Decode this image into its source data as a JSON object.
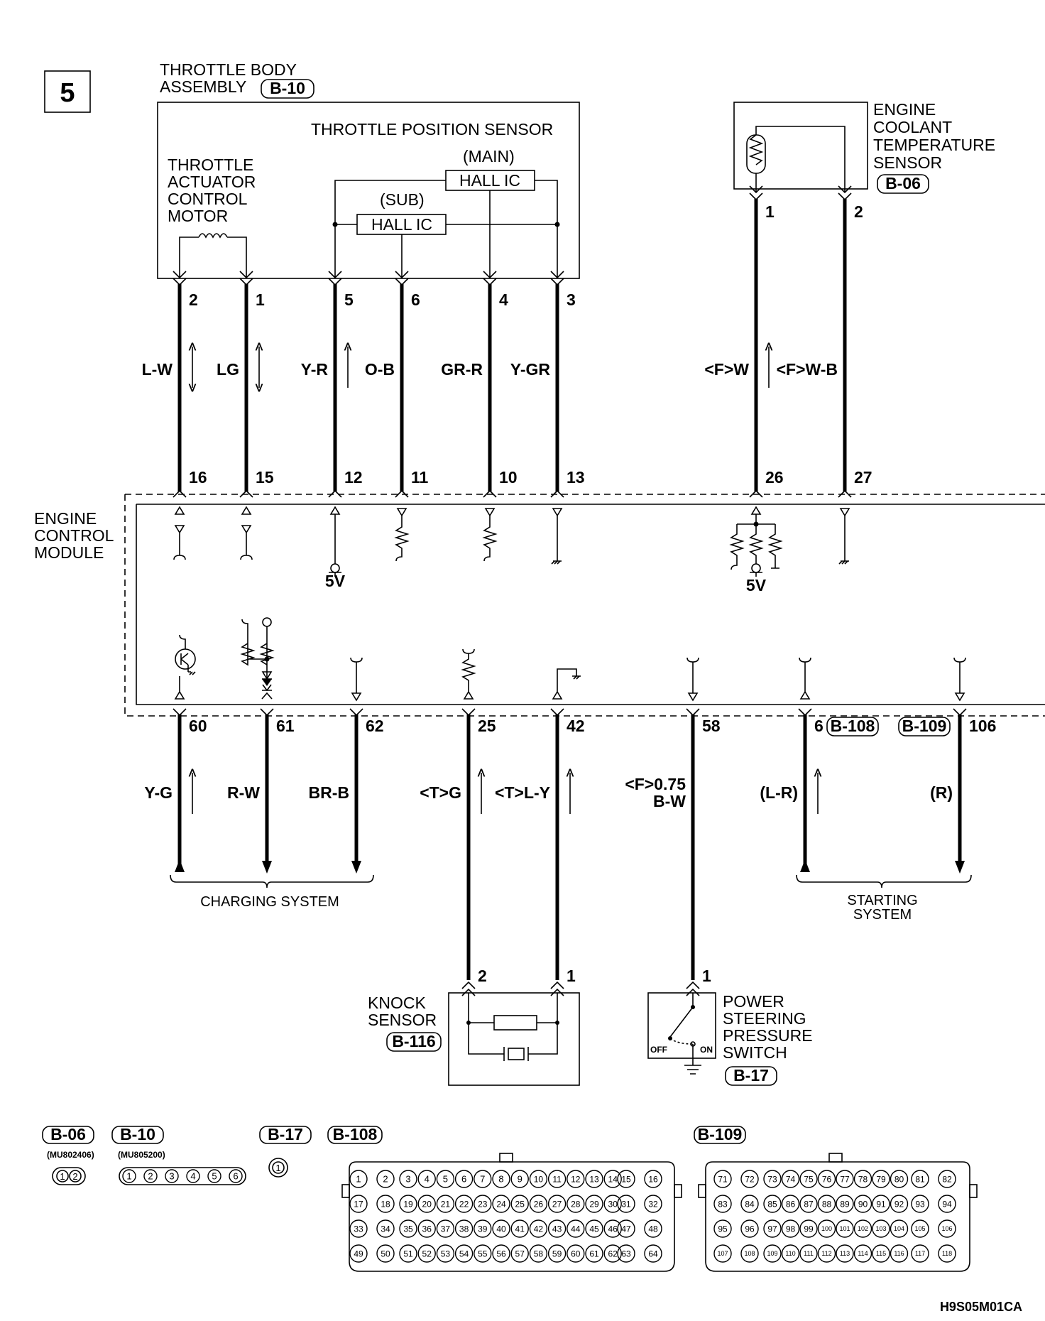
{
  "diagram": {
    "page_number": "5",
    "figure_id": "H9S05M01CA",
    "throttle_body": {
      "title_line1": "THROTTLE BODY",
      "title_line2": "ASSEMBLY",
      "connector": "B-10",
      "tps_label": "THROTTLE POSITION SENSOR",
      "main_label": "(MAIN)",
      "sub_label": "(SUB)",
      "hall_ic_main": "HALL IC",
      "hall_ic_sub": "HALL IC",
      "motor_line1": "THROTTLE",
      "motor_line2": "ACTUATOR",
      "motor_line3": "CONTROL",
      "motor_line4": "MOTOR"
    },
    "coolant_sensor": {
      "line1": "ENGINE",
      "line2": "COOLANT",
      "line3": "TEMPERATURE",
      "line4": "SENSOR",
      "connector": "B-06"
    },
    "ecm": {
      "line1": "ENGINE",
      "line2": "CONTROL",
      "line3": "MODULE",
      "voltage_1": "5V",
      "voltage_2": "5V"
    },
    "top_wires": [
      {
        "component_pin": "2",
        "ecm_pin": "16",
        "color": "L-W"
      },
      {
        "component_pin": "1",
        "ecm_pin": "15",
        "color": "LG"
      },
      {
        "component_pin": "5",
        "ecm_pin": "12",
        "color": "Y-R"
      },
      {
        "component_pin": "6",
        "ecm_pin": "11",
        "color": "O-B"
      },
      {
        "component_pin": "4",
        "ecm_pin": "10",
        "color": "GR-R"
      },
      {
        "component_pin": "3",
        "ecm_pin": "13",
        "color": "Y-GR"
      },
      {
        "component_pin": "1",
        "ecm_pin": "26",
        "color": "<F>W"
      },
      {
        "component_pin": "2",
        "ecm_pin": "27",
        "color": "<F>W-B"
      }
    ],
    "bottom_wires": [
      {
        "ecm_pin": "60",
        "color": "Y-G"
      },
      {
        "ecm_pin": "61",
        "color": "R-W"
      },
      {
        "ecm_pin": "62",
        "color": "BR-B"
      },
      {
        "ecm_pin": "25",
        "color": "<T>G",
        "component_pin": "2"
      },
      {
        "ecm_pin": "42",
        "color": "<T>L-Y",
        "component_pin": "1"
      },
      {
        "ecm_pin": "58",
        "color_line1": "<F>0.75",
        "color_line2": "B-W",
        "component_pin": "1"
      },
      {
        "ecm_pin": "6",
        "connector": "B-108",
        "color": "(L-R)"
      },
      {
        "ecm_pin": "106",
        "connector": "B-109",
        "color": "(R)"
      }
    ],
    "charging_system": "CHARGING SYSTEM",
    "starting_system_line1": "STARTING",
    "starting_system_line2": "SYSTEM",
    "knock_sensor": {
      "line1": "KNOCK",
      "line2": "SENSOR",
      "connector": "B-116"
    },
    "ps_switch": {
      "line1": "POWER",
      "line2": "STEERING",
      "line3": "PRESSURE",
      "line4": "SWITCH",
      "connector": "B-17",
      "off_label": "OFF",
      "on_label": "ON"
    }
  },
  "connector_views": {
    "b06": {
      "label": "B-06",
      "part": "(MU802406)",
      "pins": [
        "1",
        "2"
      ]
    },
    "b10": {
      "label": "B-10",
      "part": "(MU805200)",
      "pins": [
        "1",
        "2",
        "3",
        "4",
        "5",
        "6"
      ]
    },
    "b17": {
      "label": "B-17",
      "pins": [
        "1"
      ]
    },
    "b108": {
      "label": "B-108",
      "rows": [
        [
          "1",
          "2",
          "3",
          "4",
          "5",
          "6",
          "7",
          "8",
          "9",
          "10",
          "11",
          "12",
          "13",
          "14",
          "15",
          "16"
        ],
        [
          "17",
          "18",
          "19",
          "20",
          "21",
          "22",
          "23",
          "24",
          "25",
          "26",
          "27",
          "28",
          "29",
          "30",
          "31",
          "32"
        ],
        [
          "33",
          "34",
          "35",
          "36",
          "37",
          "38",
          "39",
          "40",
          "41",
          "42",
          "43",
          "44",
          "45",
          "46",
          "47",
          "48"
        ],
        [
          "49",
          "50",
          "51",
          "52",
          "53",
          "54",
          "55",
          "56",
          "57",
          "58",
          "59",
          "60",
          "61",
          "62",
          "63",
          "64"
        ]
      ]
    },
    "b109": {
      "label": "B-109",
      "rows": [
        [
          "71",
          "72",
          "73",
          "74",
          "75",
          "76",
          "77",
          "78",
          "79",
          "80",
          "81",
          "82"
        ],
        [
          "83",
          "84",
          "85",
          "86",
          "87",
          "88",
          "89",
          "90",
          "91",
          "92",
          "93",
          "94"
        ],
        [
          "95",
          "96",
          "97",
          "98",
          "99",
          "100",
          "101",
          "102",
          "103",
          "104",
          "105",
          "106"
        ],
        [
          "107",
          "108",
          "109",
          "110",
          "111",
          "112",
          "113",
          "114",
          "115",
          "116",
          "117",
          "118"
        ]
      ]
    }
  }
}
